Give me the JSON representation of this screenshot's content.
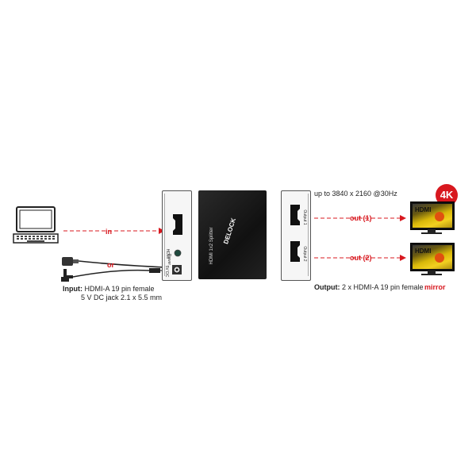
{
  "colors": {
    "accent": "#d8181f",
    "device_body": "#1c1c1c",
    "panel": "#f6f6f6"
  },
  "arrows": {
    "in": "in",
    "out1": "out (1)",
    "out2": "out (2)",
    "or": "or"
  },
  "device": {
    "brand": "DELOCK",
    "model": "HDMI 1x2 Splitter"
  },
  "input_panel": {
    "port_label": "HDMI",
    "led_label": "Power",
    "dc_label": "5V DC"
  },
  "output_panel": {
    "port1_label": "Output 1",
    "port2_label": "Output 2"
  },
  "resolution": "up to 3840 x 2160 @30Hz",
  "badge": "4K",
  "monitor_label": "HDMI",
  "input_info": {
    "label": "Input:",
    "line1": "HDMI-A 19 pin female",
    "line2": "5 V DC jack 2.1 x 5.5 mm"
  },
  "output_info": {
    "label": "Output:",
    "text": "2 x HDMI-A 19 pin female"
  },
  "mirror": "mirror",
  "icons": {
    "laptop": "laptop-icon",
    "usb_cable": "usb-cable-icon",
    "dc_cable": "dc-cable-icon",
    "monitor": "monitor-icon",
    "hdmi_port": "hdmi-port-icon"
  }
}
